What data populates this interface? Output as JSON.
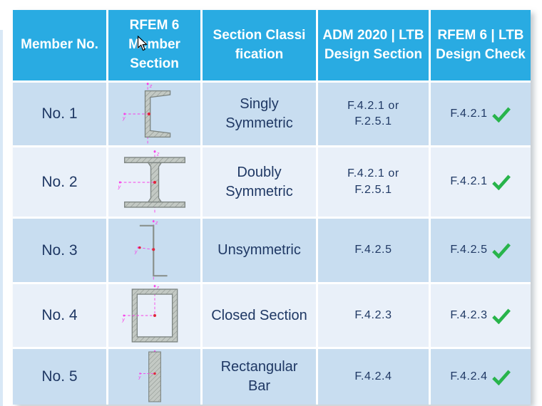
{
  "header": {
    "columns": [
      "Member No.",
      "RFEM 6 Member Section",
      "Section Classification",
      "ADM 2020 | LTB Design Section",
      "RFEM 6 | LTB Design Check"
    ]
  },
  "rows": [
    {
      "member_no": "No. 1",
      "section_shape": "channel-section",
      "classification": "Singly Symmetric",
      "adm_design_section": "F.4.2.1 or F.2.5.1",
      "rfem_design_check": "F.4.2.1",
      "check_passed": true
    },
    {
      "member_no": "No. 2",
      "section_shape": "i-section",
      "classification": "Doubly Symmetric",
      "adm_design_section": "F.4.2.1 or F.2.5.1",
      "rfem_design_check": "F.4.2.1",
      "check_passed": true
    },
    {
      "member_no": "No. 3",
      "section_shape": "z-section",
      "classification": "Unsymmetric",
      "adm_design_section": "F.4.2.5",
      "rfem_design_check": "F.4.2.5",
      "check_passed": true
    },
    {
      "member_no": "No. 4",
      "section_shape": "square-hollow-section",
      "classification": "Closed Section",
      "adm_design_section": "F.4.2.3",
      "rfem_design_check": "F.4.2.3",
      "check_passed": true
    },
    {
      "member_no": "No. 5",
      "section_shape": "rectangular-bar",
      "classification": "Rectangular Bar",
      "adm_design_section": "F.4.2.4",
      "rfem_design_check": "F.4.2.4",
      "check_passed": true
    }
  ],
  "axis_labels": {
    "y": "y",
    "z": "z"
  },
  "icons": {
    "check": "✓",
    "cursor": "mouse-arrow"
  },
  "colors": {
    "header_bg": "#29ABE2",
    "header_text": "#FFFFFF",
    "row_odd_bg": "#C8DDF0",
    "row_even_bg": "#E9F0F9",
    "body_text": "#1F3864",
    "check_green": "#28B44B",
    "axis_magenta": "#F840E8",
    "centroid_red": "#E0263C",
    "section_fill": "#C3C9C4",
    "section_stroke": "#7E8683"
  }
}
